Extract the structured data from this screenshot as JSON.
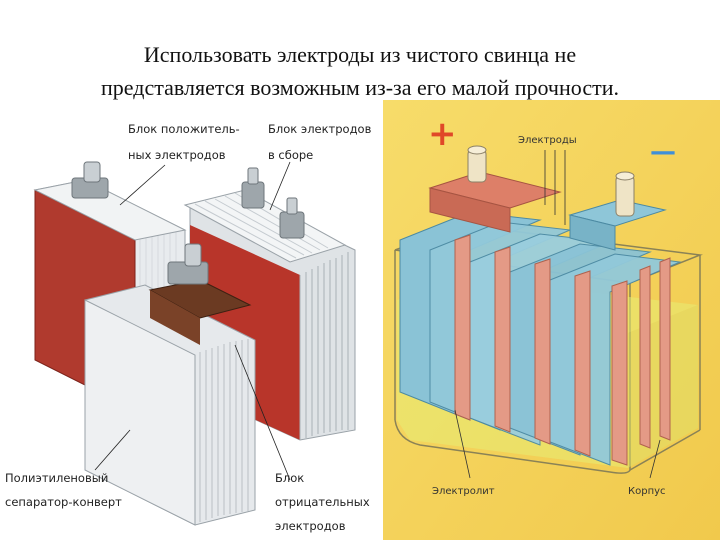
{
  "slide": {
    "title_line1": "Использовать электроды из чистого свинца не",
    "title_line2": "представляется возможным из-за его малой прочности."
  },
  "left_figure": {
    "label_positive_block_1": "Блок положитель-",
    "label_positive_block_2": "ных электродов",
    "label_assembled_block_1": "Блок электродов",
    "label_assembled_block_2": "в сборе",
    "label_separator_1": "Полиэтиленовый",
    "label_separator_2": "сепаратор-конверт",
    "label_negative_block_1": "Блок",
    "label_negative_block_2": "отрицательных",
    "label_negative_block_3": "электродов"
  },
  "right_figure": {
    "plus_sign": "+",
    "minus_sign": "—",
    "label_electrodes": "Электроды",
    "label_electrolyte": "Электролит",
    "label_case": "Корпус"
  },
  "colors": {
    "positive_plate": "#b03a2e",
    "separator": "#e9ecef",
    "panel_background": "#f4d25a",
    "blue_plate": "#8ac3d6",
    "pink_plate": "#e49a86",
    "sign_plus": "#e04828",
    "sign_minus": "#3f8fd8"
  }
}
